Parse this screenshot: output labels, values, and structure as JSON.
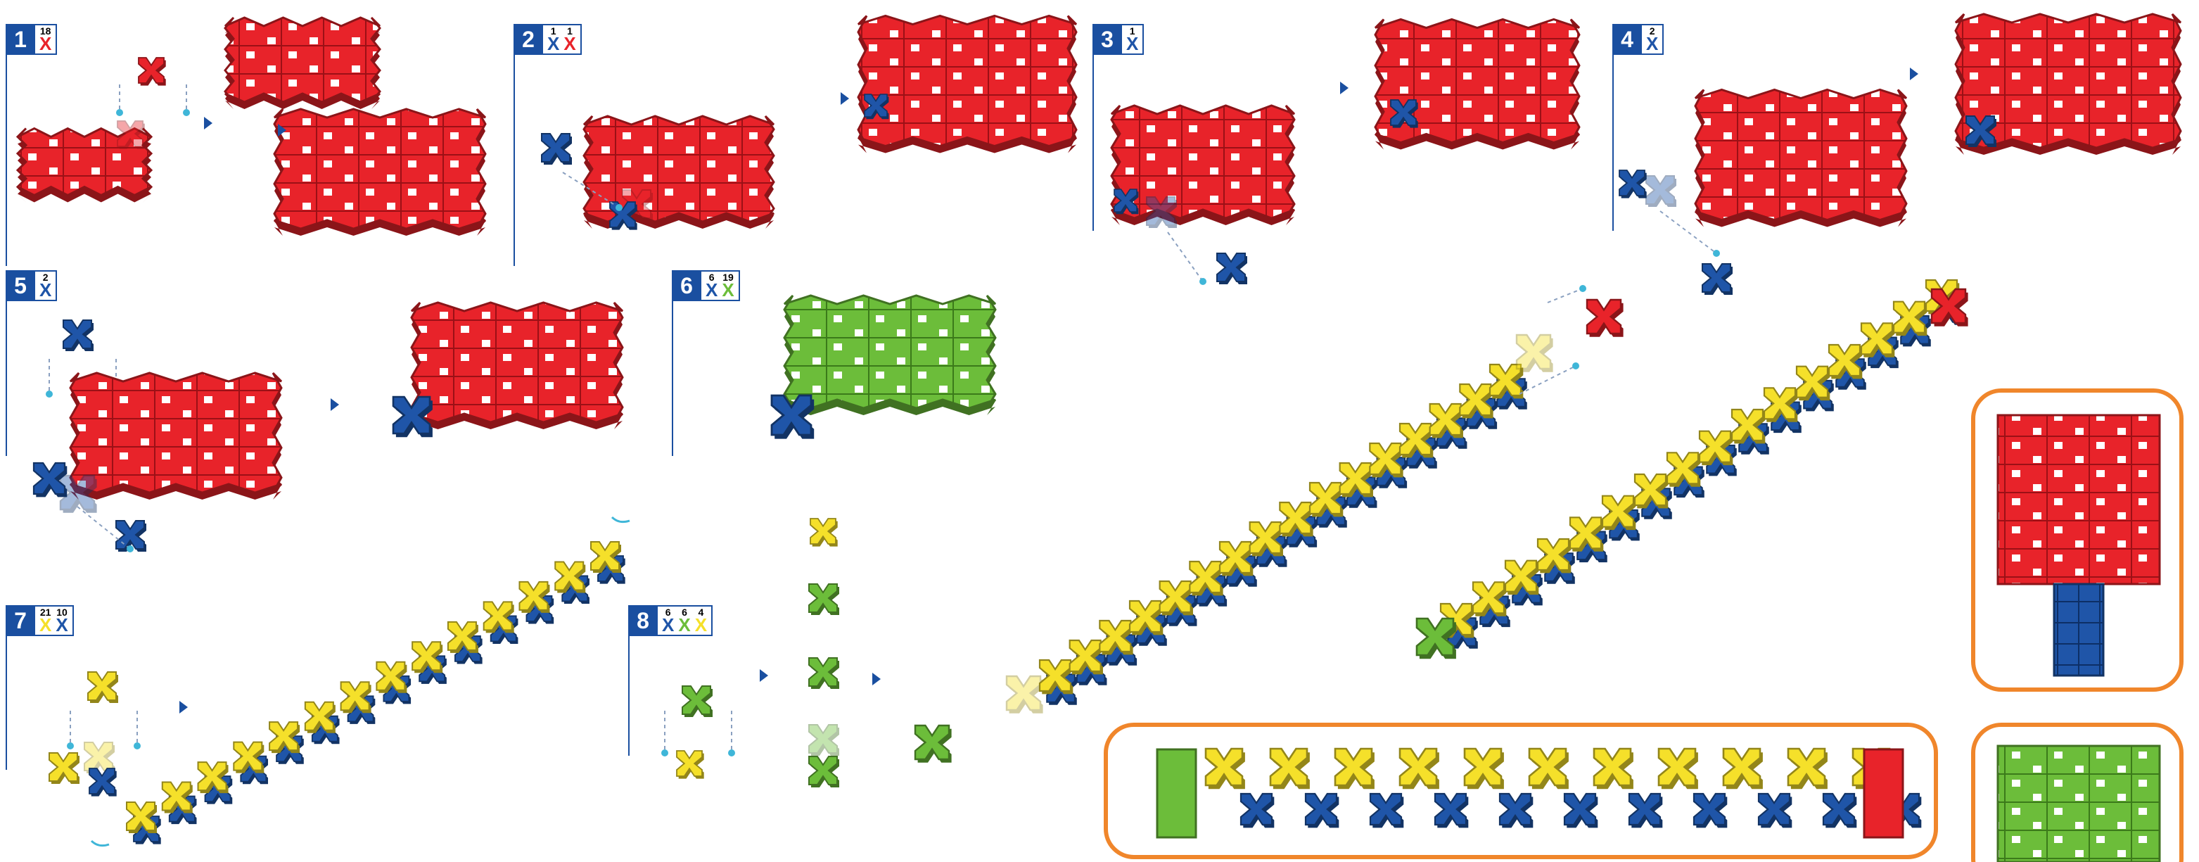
{
  "colors": {
    "red": "#e8232a",
    "blue": "#1f55a8",
    "yellow": "#f5e02a",
    "green": "#6cbd3a",
    "accent_blue": "#1a4fa0",
    "callout_orange": "#f0862b"
  },
  "steps": [
    {
      "number": "1",
      "parts": [
        {
          "count": "18",
          "color": "red"
        }
      ]
    },
    {
      "number": "2",
      "parts": [
        {
          "count": "1",
          "color": "blue"
        },
        {
          "count": "1",
          "color": "red"
        }
      ]
    },
    {
      "number": "3",
      "parts": [
        {
          "count": "1",
          "color": "blue"
        }
      ]
    },
    {
      "number": "4",
      "parts": [
        {
          "count": "2",
          "color": "blue"
        }
      ]
    },
    {
      "number": "5",
      "parts": [
        {
          "count": "2",
          "color": "blue"
        }
      ]
    },
    {
      "number": "6",
      "parts": [
        {
          "count": "6",
          "color": "blue"
        },
        {
          "count": "19",
          "color": "green"
        }
      ]
    },
    {
      "number": "7",
      "parts": [
        {
          "count": "21",
          "color": "yellow"
        },
        {
          "count": "10",
          "color": "blue"
        }
      ]
    },
    {
      "number": "8",
      "parts": [
        {
          "count": "6",
          "color": "blue"
        },
        {
          "count": "6",
          "color": "green"
        },
        {
          "count": "4",
          "color": "yellow"
        }
      ]
    }
  ],
  "icons": {
    "part_glyph": "X",
    "flow_arrow": "flow-arrow-icon",
    "connector": "connector-arrow-icon"
  }
}
